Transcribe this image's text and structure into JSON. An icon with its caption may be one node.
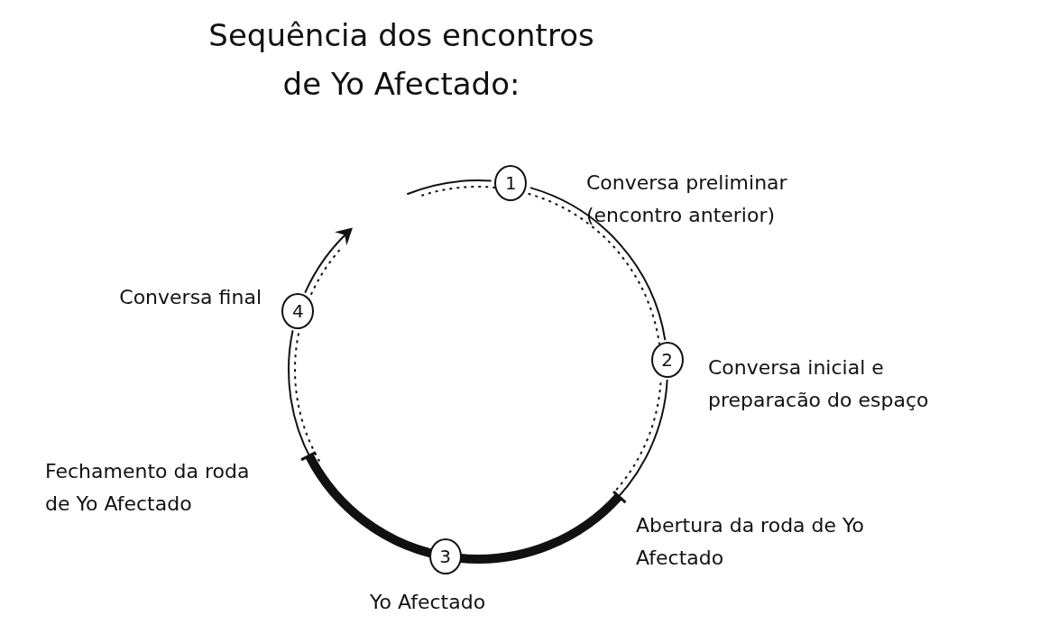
{
  "diagram": {
    "title": "Sequência dos encontros de Yo Afectado:",
    "nodes": [
      {
        "text": [
          "1"
        ],
        "beside": [
          "Conversa preliminar (encontro anterior)"
        ]
      },
      {
        "text": [
          "2"
        ],
        "beside": [
          "Conversa inicial e preparacão do espaço"
        ]
      },
      {
        "text": [
          "3"
        ],
        "beside": [
          "Yo Afectado"
        ]
      },
      {
        "text": [
          "4"
        ],
        "beside": [
          "Conversa final"
        ]
      }
    ],
    "edges": [
      {
        "from": null,
        "to": 0,
        "arrow": "none"
      },
      {
        "from": 0,
        "to": 1,
        "arrow": "none"
      },
      {
        "from": 1,
        "to": 2,
        "arrow": "none"
      },
      {
        "from": 2,
        "to": 3,
        "arrow": "none"
      },
      {
        "from": 3,
        "to": null,
        "arrow": "to"
      }
    ],
    "labels": [
      "Fechamento da roda de Yo Afectado",
      "Abertura da roda de Yo Afectado"
    ]
  }
}
